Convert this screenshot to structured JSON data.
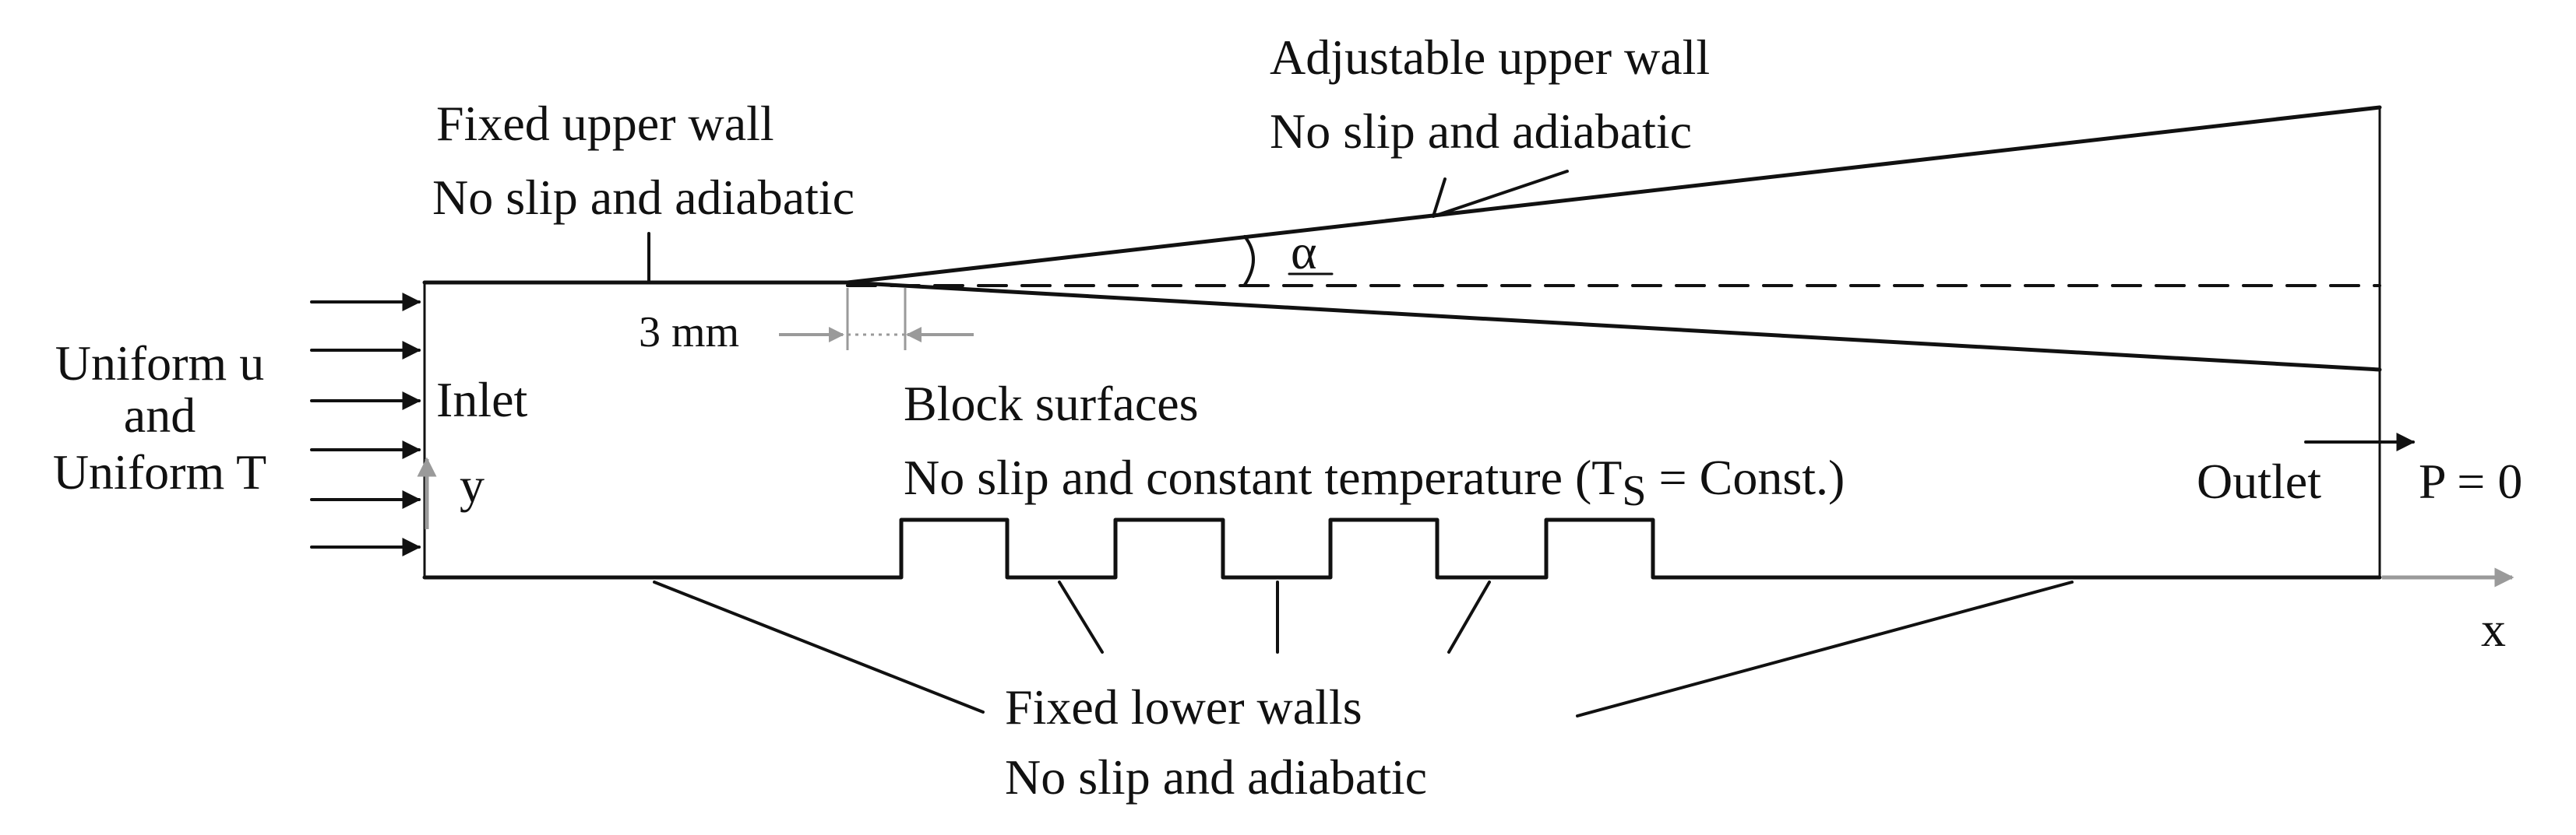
{
  "labels": {
    "adjustable_wall_title": "Adjustable upper wall",
    "adjustable_wall_cond": "No slip and adiabatic",
    "fixed_upper_title": "Fixed upper wall",
    "fixed_upper_cond": "No slip and adiabatic",
    "alpha": "α",
    "gap": "3 mm",
    "inlet_line1": "Uniform u",
    "inlet_line2": "and",
    "inlet_line3": "Uniform T",
    "inlet": "Inlet",
    "y_axis": "y",
    "block_title": "Block surfaces",
    "block_cond_prefix": "No slip and constant temperature (T",
    "block_cond_sub": "S",
    "block_cond_suffix": " = Const.)",
    "outlet": "Outlet",
    "pressure": "P = 0",
    "x_axis": "x",
    "lower_title": "Fixed lower walls",
    "lower_cond": "No slip and adiabatic"
  }
}
